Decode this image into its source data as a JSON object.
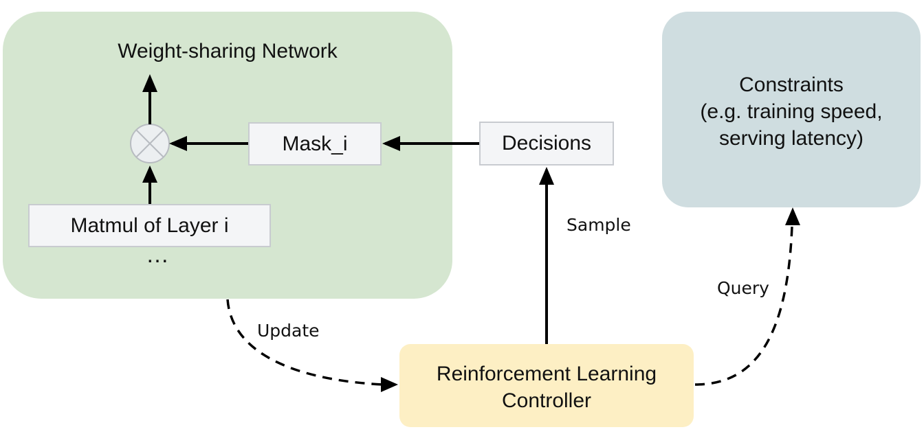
{
  "colors": {
    "weight_sharing_panel": "#d5e6d0",
    "constraints_panel": "#cfdde0",
    "controller_panel": "#fdefc4",
    "box_fill": "#f4f5f7",
    "box_border": "#c8cbd0",
    "arrow": "#000000"
  },
  "weight_sharing_network": {
    "title": "Weight-sharing Network",
    "mask_label": "Mask_i",
    "matmul_label": "Matmul of Layer i",
    "ellipsis": "…",
    "multiply_icon": "circled-times-icon"
  },
  "decisions": {
    "label": "Decisions"
  },
  "constraints": {
    "text": "Constraints\n(e.g. training speed,\nserving latency)"
  },
  "controller": {
    "text": "Reinforcement Learning\nController"
  },
  "edges": {
    "sample": "Sample",
    "update": "Update",
    "query": "Query"
  }
}
